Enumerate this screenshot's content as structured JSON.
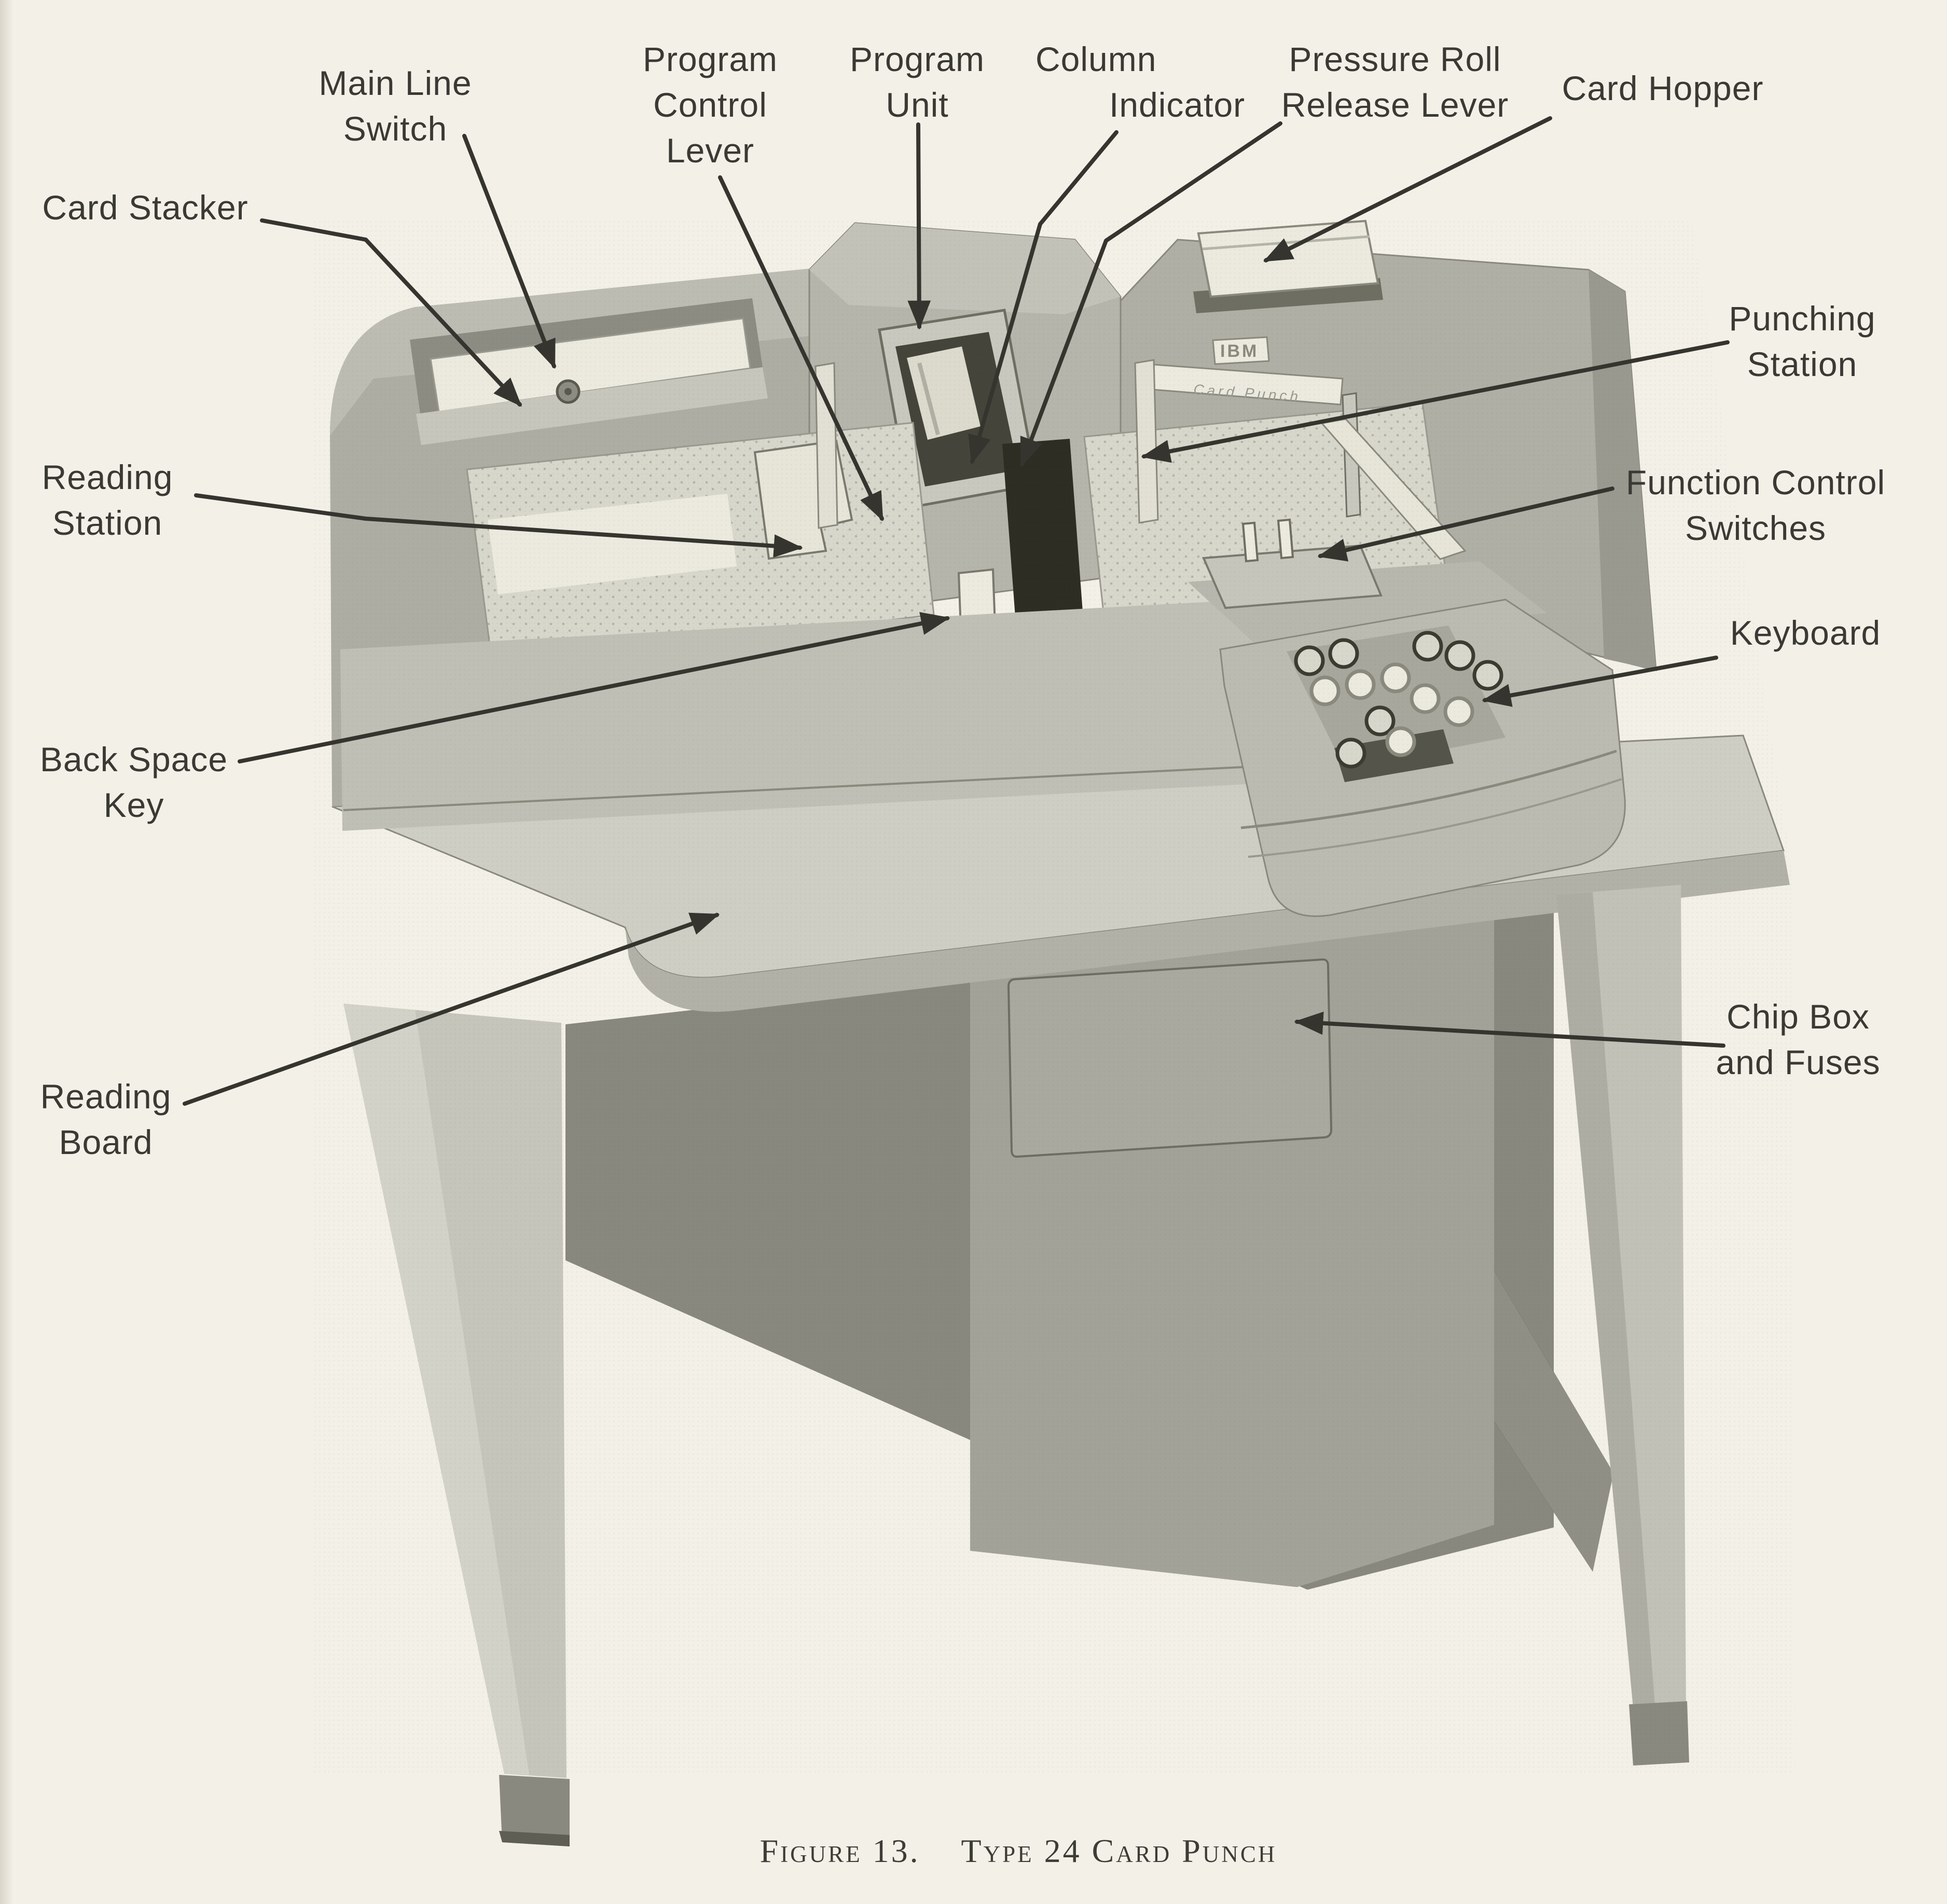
{
  "page": {
    "background_color": "#f3f0e8",
    "kind": "scanned manual figure"
  },
  "figure_caption": {
    "label": "Figure 13.",
    "title": "Type 24 Card Punch"
  },
  "machine": {
    "name": "IBM Type 24 Card Punch",
    "badge_brand": "IBM",
    "badge_model": "Card Punch"
  },
  "colors": {
    "label_text": "#3a3934",
    "leader_line": "#35342e",
    "caption_text": "#3d3c36",
    "machine_light": "#eceadf",
    "machine_gray": "#b3b2a8",
    "table_gray": "#cfcec4",
    "slot_dark": "#35342b"
  },
  "callouts": [
    {
      "id": "main-line-switch",
      "lines": [
        "Main Line",
        "Switch"
      ],
      "target": "switch knob on top of card stacker housing"
    },
    {
      "id": "card-stacker",
      "lines": [
        "Card Stacker"
      ],
      "target": "card stacker tray at upper left"
    },
    {
      "id": "program-control-lever",
      "lines": [
        "Program",
        "Control",
        "Lever"
      ],
      "target": "lever at base of program unit"
    },
    {
      "id": "program-unit",
      "lines": [
        "Program",
        "Unit"
      ],
      "target": "program drum window on center housing"
    },
    {
      "id": "column-indicator",
      "lines": [
        "Column",
        "Indicator"
      ],
      "target": "indicator at bottom of program unit window"
    },
    {
      "id": "pressure-roll-release-lever",
      "lines": [
        "Pressure Roll",
        "Release Lever"
      ],
      "target": "release lever beside program unit window"
    },
    {
      "id": "card-hopper",
      "lines": [
        "Card Hopper"
      ],
      "target": "card deck in hopper at upper right"
    },
    {
      "id": "punching-station",
      "lines": [
        "Punching",
        "Station"
      ],
      "target": "punch die area on right card bed"
    },
    {
      "id": "function-control-switches",
      "lines": [
        "Function Control",
        "Switches"
      ],
      "target": "toggle switch plate on keyboard unit"
    },
    {
      "id": "keyboard",
      "lines": [
        "Keyboard"
      ],
      "target": "round key buttons of keyboard unit"
    },
    {
      "id": "chip-box-and-fuses",
      "lines": [
        "Chip Box",
        "and Fuses"
      ],
      "target": "access door on desk pedestal"
    },
    {
      "id": "back-space-key",
      "lines": [
        "Back Space",
        "Key"
      ],
      "target": "small white key below card bed"
    },
    {
      "id": "reading-station",
      "lines": [
        "Reading",
        "Station"
      ],
      "target": "pressure plate on left card bed"
    },
    {
      "id": "reading-board",
      "lines": [
        "Reading",
        "Board"
      ],
      "target": "desk table top surface"
    }
  ]
}
